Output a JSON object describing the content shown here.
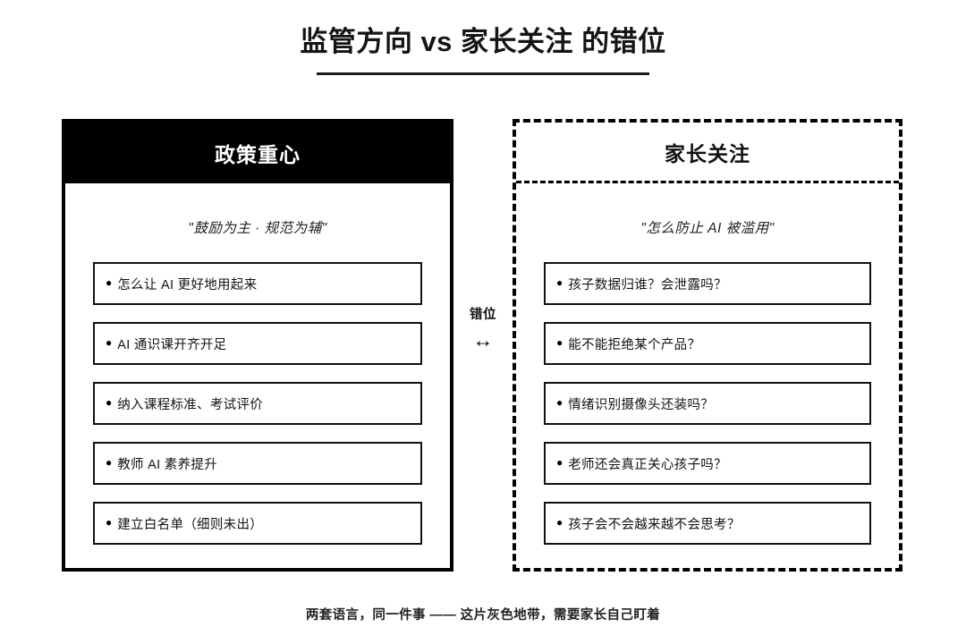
{
  "title": {
    "text": "监管方向 vs 家长关注 的错位"
  },
  "left_panel": {
    "header": "政策重心",
    "subtitle": "\"鼓励为主 · 规范为辅\"",
    "bullet_glyph": "●",
    "items": [
      {
        "text": "怎么让 AI 更好地用起来"
      },
      {
        "text": "AI 通识课开齐开足"
      },
      {
        "text": "纳入课程标准、考试评价"
      },
      {
        "text": "教师 AI 素养提升"
      },
      {
        "text": "建立白名单（细则未出）"
      }
    ]
  },
  "right_panel": {
    "header": "家长关注",
    "subtitle": "\"怎么防止 AI 被滥用\"",
    "bullet_glyph": "●",
    "items": [
      {
        "text": "孩子数据归谁？会泄露吗？"
      },
      {
        "text": "能不能拒绝某个产品？"
      },
      {
        "text": "情绪识别摄像头还装吗？"
      },
      {
        "text": "老师还会真正关心孩子吗？"
      },
      {
        "text": "孩子会不会越来越不会思考？"
      }
    ]
  },
  "connector": {
    "label": "错位",
    "arrow": "↔"
  },
  "footer": {
    "text": "两套语言，同一件事 —— 这片灰色地带，需要家长自己盯着"
  },
  "colors": {
    "ink": "#000000",
    "background": "#ffffff",
    "text": "#131313"
  }
}
